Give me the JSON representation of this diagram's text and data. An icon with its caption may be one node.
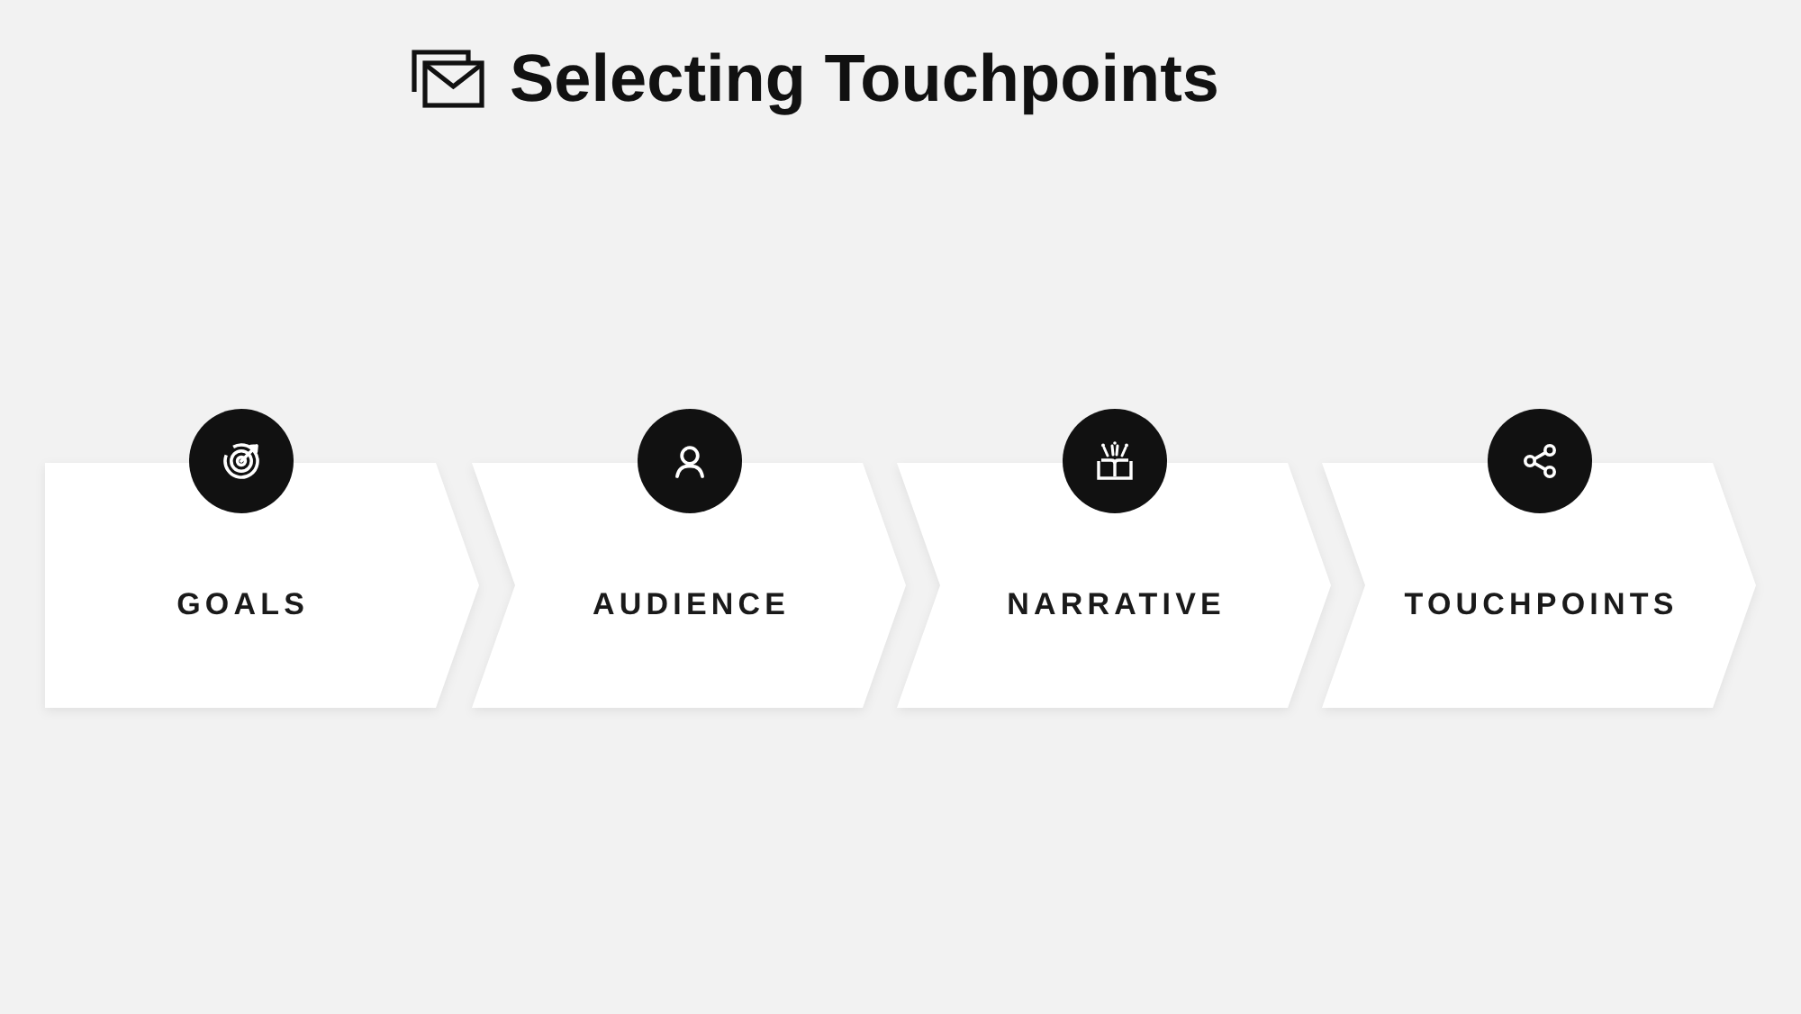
{
  "diagram": {
    "title": "Selecting Touchpoints",
    "nodes": [
      {
        "text": [
          "GOALS"
        ]
      },
      {
        "text": [
          "AUDIENCE"
        ]
      },
      {
        "text": [
          "NARRATIVE"
        ]
      },
      {
        "text": [
          "TOUCHPOINTS"
        ]
      }
    ]
  }
}
